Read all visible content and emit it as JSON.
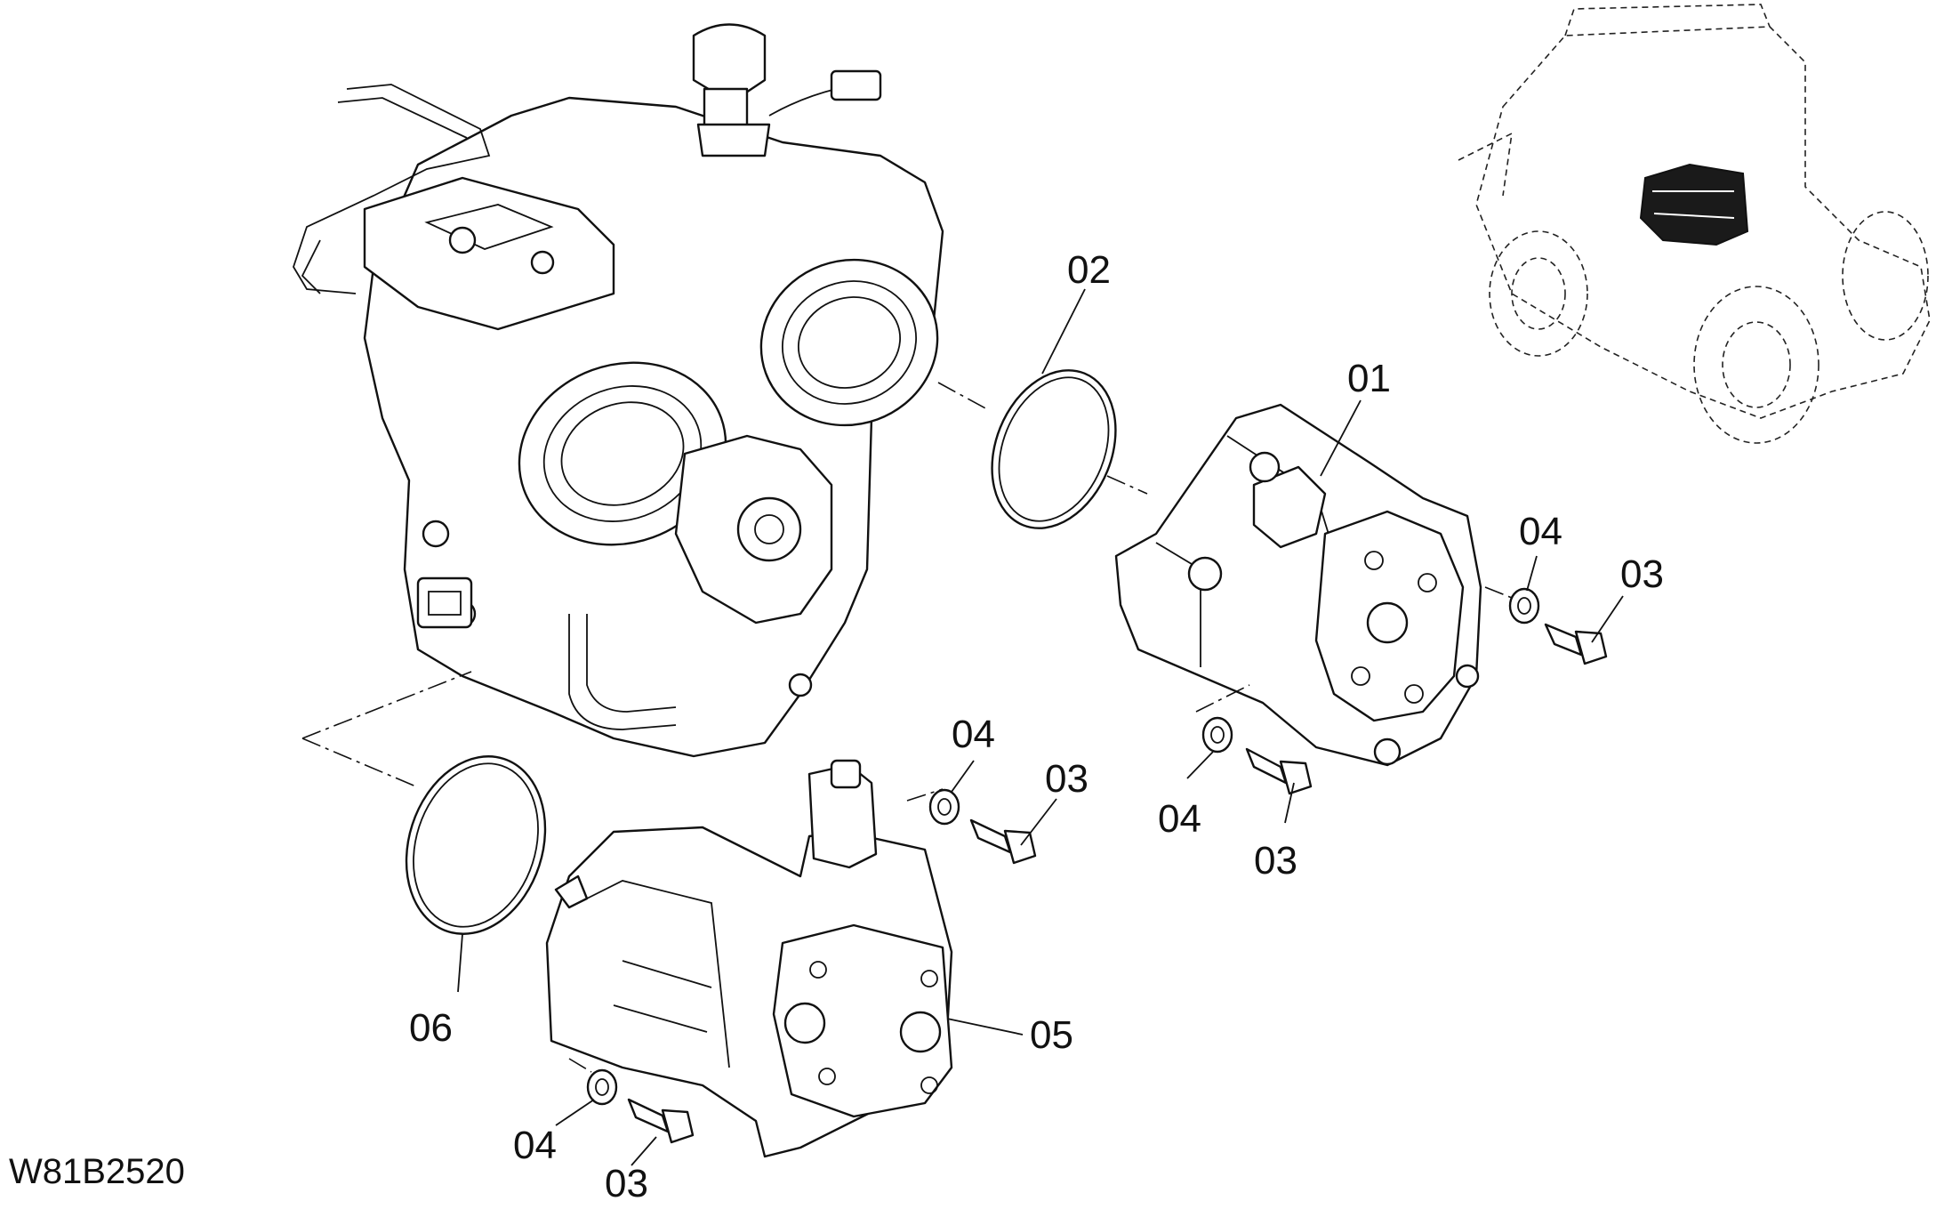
{
  "drawing": {
    "code": "W81B2520",
    "callouts": {
      "c01": "01",
      "c02": "02",
      "c03a": "03",
      "c03b": "03",
      "c03c": "03",
      "c03d": "03",
      "c04a": "04",
      "c04b": "04",
      "c04c": "04",
      "c04d": "04",
      "c05": "05",
      "c06": "06"
    }
  }
}
